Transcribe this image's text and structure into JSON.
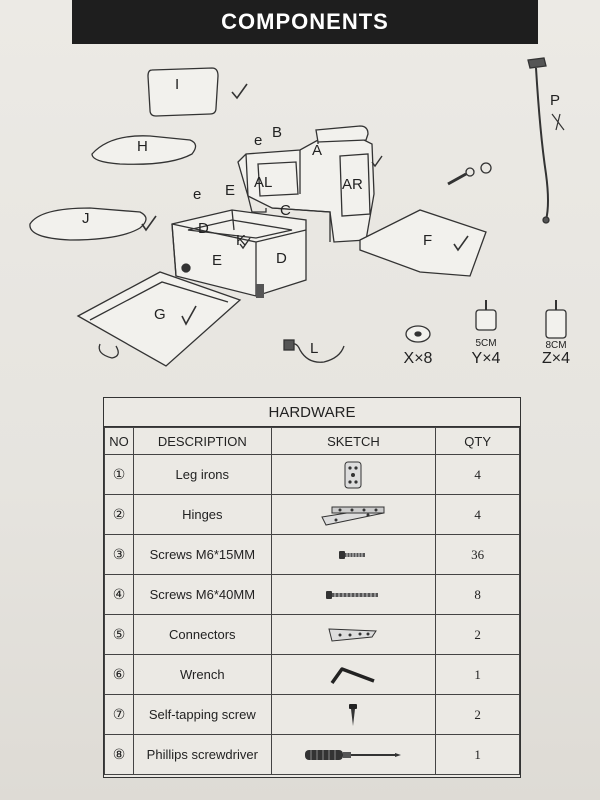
{
  "title": "COMPONENTS",
  "diagram": {
    "labels": {
      "I": "I",
      "H": "H",
      "J": "J",
      "G": "G",
      "F": "F",
      "A": "A",
      "B": "B",
      "e": "e",
      "AL": "AL",
      "AR": "AR",
      "C": "C",
      "E": "E",
      "D": "D",
      "K": "K",
      "P": "P",
      "O": "O",
      "L": "L"
    },
    "small_parts": [
      {
        "size": "",
        "qty": "X×8"
      },
      {
        "size": "5CM",
        "qty": "Y×4"
      },
      {
        "size": "8CM",
        "qty": "Z×4"
      }
    ]
  },
  "hardware": {
    "title": "HARDWARE",
    "headers": [
      "NO",
      "DESCRIPTION",
      "SKETCH",
      "QTY"
    ],
    "rows": [
      {
        "no": "①",
        "description": "Leg irons",
        "sketch_icon": "leg-iron-plate-icon",
        "qty": "4"
      },
      {
        "no": "②",
        "description": "Hinges",
        "sketch_icon": "hinge-icon",
        "qty": "4"
      },
      {
        "no": "③",
        "description": "Screws M6*15MM",
        "sketch_icon": "short-screw-icon",
        "qty": "36"
      },
      {
        "no": "④",
        "description": "Screws M6*40MM",
        "sketch_icon": "long-screw-icon",
        "qty": "8"
      },
      {
        "no": "⑤",
        "description": "Connectors",
        "sketch_icon": "connector-icon",
        "qty": "2"
      },
      {
        "no": "⑥",
        "description": "Wrench",
        "sketch_icon": "allen-wrench-icon",
        "qty": "1"
      },
      {
        "no": "⑦",
        "description": "Self-tapping screw",
        "sketch_icon": "self-tapping-screw-icon",
        "qty": "2"
      },
      {
        "no": "⑧",
        "description": "Phillips screwdriver",
        "sketch_icon": "phillips-screwdriver-icon",
        "qty": "1"
      }
    ]
  }
}
